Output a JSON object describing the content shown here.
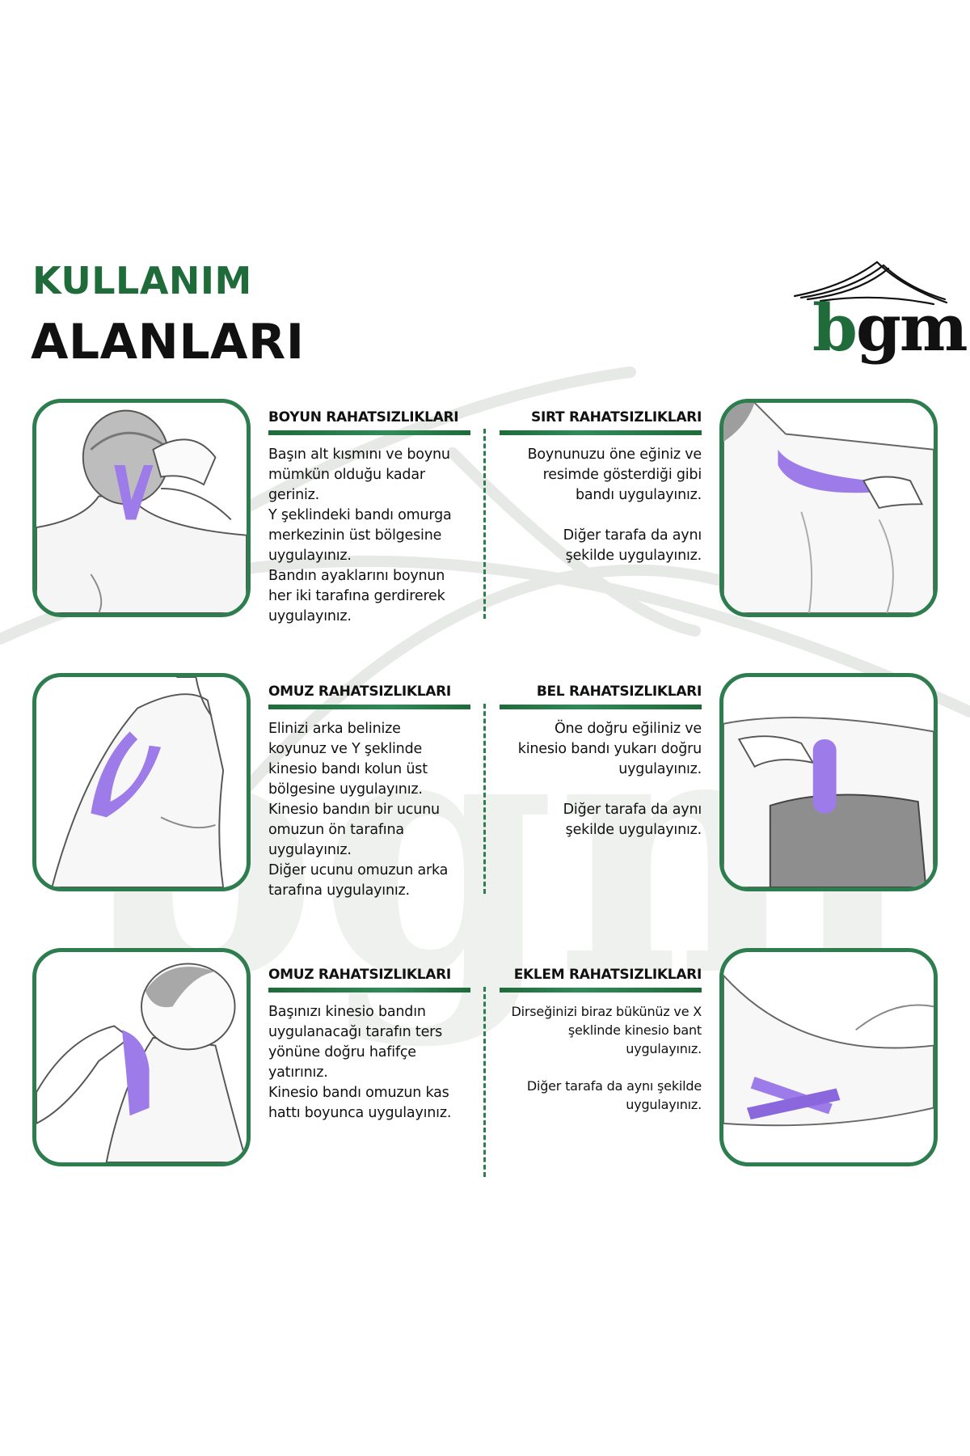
{
  "header": {
    "title_line1": "KULLANIM",
    "title_line2": "ALANLARI"
  },
  "logo": {
    "b": "b",
    "gm": "gm"
  },
  "colors": {
    "brand_green": "#1f6b3a",
    "tape_purple": "#9d7be8",
    "card_border": "#2e7d4f"
  },
  "sections": [
    {
      "title": "BOYUN RAHATSIZLIKLARI",
      "text": "Başın alt kısmını ve boynu\nmümkün olduğu kadar\ngeriniz.\nY şeklindeki bandı omurga\nmerkezinin üst bölgesine\nuygulayınız.\nBandın ayaklarını boynun\nher iki tarafına gerdirerek\nuygulayınız."
    },
    {
      "title": "SIRT RAHATSIZLIKLARI",
      "text": "Boynunuzu öne eğiniz ve\nresimde gösterdiği gibi\nbandı uygulayınız.\n\nDiğer tarafa da aynı\nşekilde uygulayınız."
    },
    {
      "title": "OMUZ RAHATSIZLIKLARI",
      "text": "Elinizi arka belinize\nkoyunuz ve Y şeklinde\nkinesio bandı kolun üst\nbölgesine uygulayınız.\nKinesio bandın bir ucunu\nomuzun ön tarafına\nuygulayınız.\nDiğer ucunu omuzun arka\ntarafına uygulayınız."
    },
    {
      "title": "BEL RAHATSIZLIKLARI",
      "text": "Öne doğru eğiliniz ve\nkinesio bandı yukarı doğru\nuygulayınız.\n\nDiğer tarafa da aynı\nşekilde uygulayınız."
    },
    {
      "title": "OMUZ RAHATSIZLIKLARI",
      "text": "Başınızı kinesio bandın\nuygulanacağı tarafın ters\nyönüne doğru hafifçe\nyatırınız.\nKinesio bandı omuzun kas\nhattı boyunca uygulayınız."
    },
    {
      "title": "EKLEM RAHATSIZLIKLARI",
      "text": "Dirseğinizi biraz bükünüz ve X\nşeklinde kinesio bant\nuygulayınız.\n\nDiğer tarafa da aynı şekilde\nuygulayınız."
    }
  ]
}
